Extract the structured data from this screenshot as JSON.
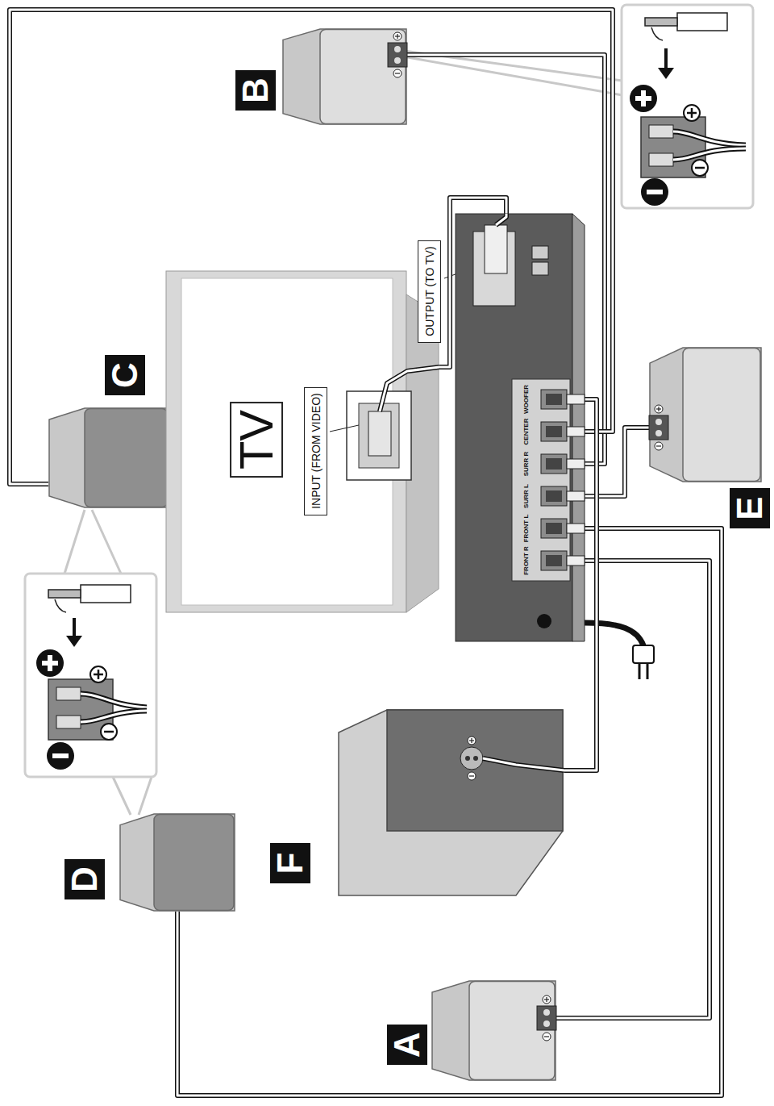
{
  "diagram": {
    "nodes": [
      {
        "text": [
          "A"
        ]
      },
      {
        "text": [
          "B"
        ]
      },
      {
        "text": [
          "C"
        ]
      },
      {
        "text": [
          "D"
        ]
      },
      {
        "text": [
          "E"
        ]
      },
      {
        "text": [
          "F"
        ]
      },
      {
        "text": [
          "TV"
        ]
      },
      {
        "text": [
          "INPUT (FROM VIDEO)"
        ],
        "in": 6
      },
      {
        "text": [
          "OUTPUT (TO TV)"
        ]
      },
      {
        "text": [
          "FRONT R",
          "FRONT L",
          "SURR L",
          "SURR R",
          "CENTER",
          "WOOFER"
        ]
      }
    ],
    "edges": [
      {
        "from": 0,
        "to": 9,
        "arrow": "none"
      },
      {
        "from": 1,
        "to": 9,
        "arrow": "none"
      },
      {
        "from": 2,
        "to": 9,
        "arrow": "none"
      },
      {
        "from": 3,
        "to": 9,
        "arrow": "none"
      },
      {
        "from": 4,
        "to": 9,
        "arrow": "none"
      },
      {
        "from": 5,
        "to": 9,
        "arrow": "none"
      },
      {
        "from": 6,
        "to": 9,
        "arrow": "none"
      }
    ]
  }
}
